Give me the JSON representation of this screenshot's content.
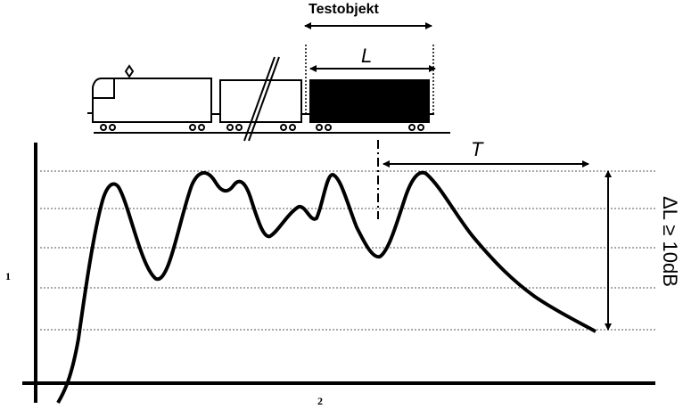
{
  "labels": {
    "test_object": "Testobjekt",
    "length": "L",
    "time": "T",
    "level_difference": "ΔL ≥ 10dB",
    "y_axis": "1",
    "x_axis": "2"
  },
  "colors": {
    "line": "#000000",
    "grid": "#555555",
    "background": "#ffffff"
  }
}
